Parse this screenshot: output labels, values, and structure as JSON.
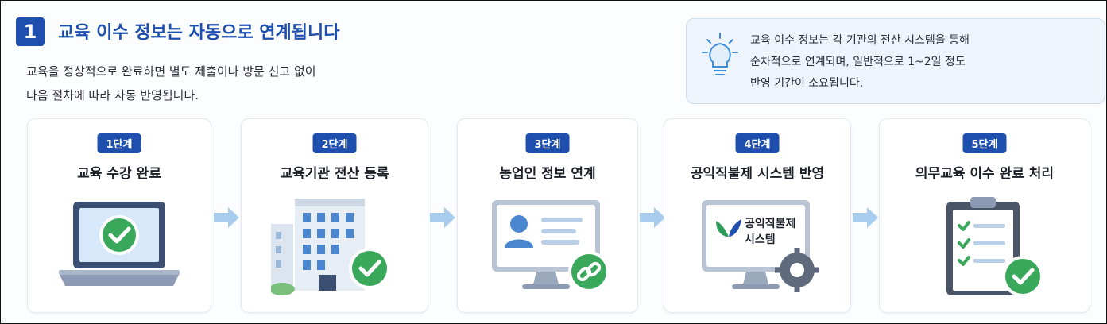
{
  "header": {
    "step_number": "1",
    "title": "교육 이수 정보는 자동으로 연계됩니다",
    "desc_lines": [
      "교육을 정상적으로 완료하면 별도 제출이나 방문 신고 없이",
      "다음 절차에 따라 자동 반영됩니다."
    ]
  },
  "tip": {
    "icon": "lightbulb-icon",
    "lines": [
      "교육 이수 정보는 각 기관의 전산 시스템을 통해",
      "순차적으로 연계되며, 일반적으로 1~2일 정도",
      "반영 기간이 소요됩니다."
    ]
  },
  "steps": [
    {
      "badge": "1단계",
      "title": "교육 수강 완료",
      "icon": "laptop-check-icon"
    },
    {
      "badge": "2단계",
      "title": "교육기관 전산 등록",
      "icon": "building-check-icon"
    },
    {
      "badge": "3단계",
      "title": "농업인 정보 연계",
      "icon": "monitor-link-icon"
    },
    {
      "badge": "4단계",
      "title": "공익직불제 시스템 반영",
      "icon": "monitor-gear-icon",
      "screen_lines": [
        "공익직불제",
        "시스템"
      ]
    },
    {
      "badge": "5단계",
      "title": "의무교육 이수 완료 처리",
      "icon": "clipboard-check-icon"
    }
  ],
  "colors": {
    "primary": "#1f4fae",
    "check_green": "#3aa85a",
    "arrow": "#a9cdef",
    "tip_bg": "#eef4fc"
  }
}
